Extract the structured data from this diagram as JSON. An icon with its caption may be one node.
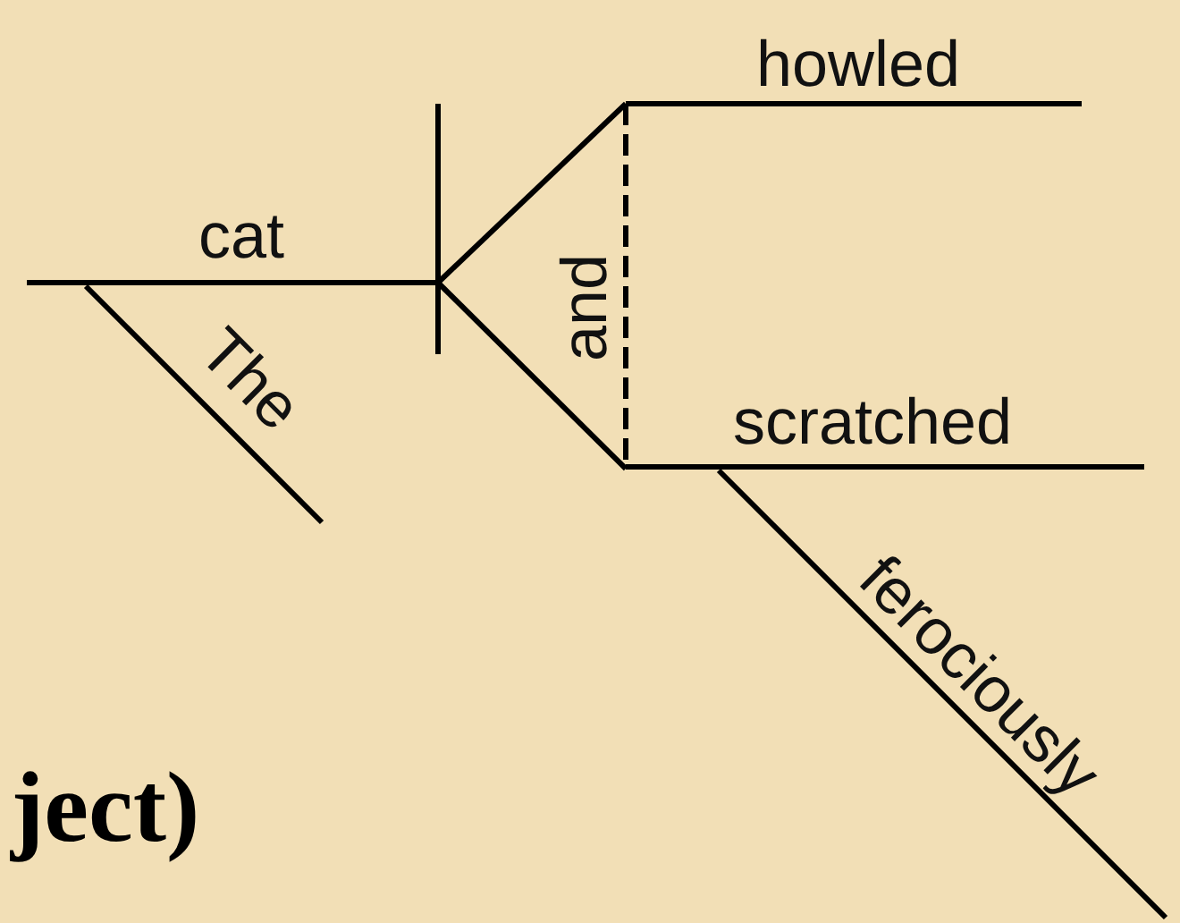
{
  "diagram": {
    "labels": [
      "cat",
      "The",
      "and",
      "howled",
      "scratched",
      "ferociously",
      "ject)"
    ]
  }
}
